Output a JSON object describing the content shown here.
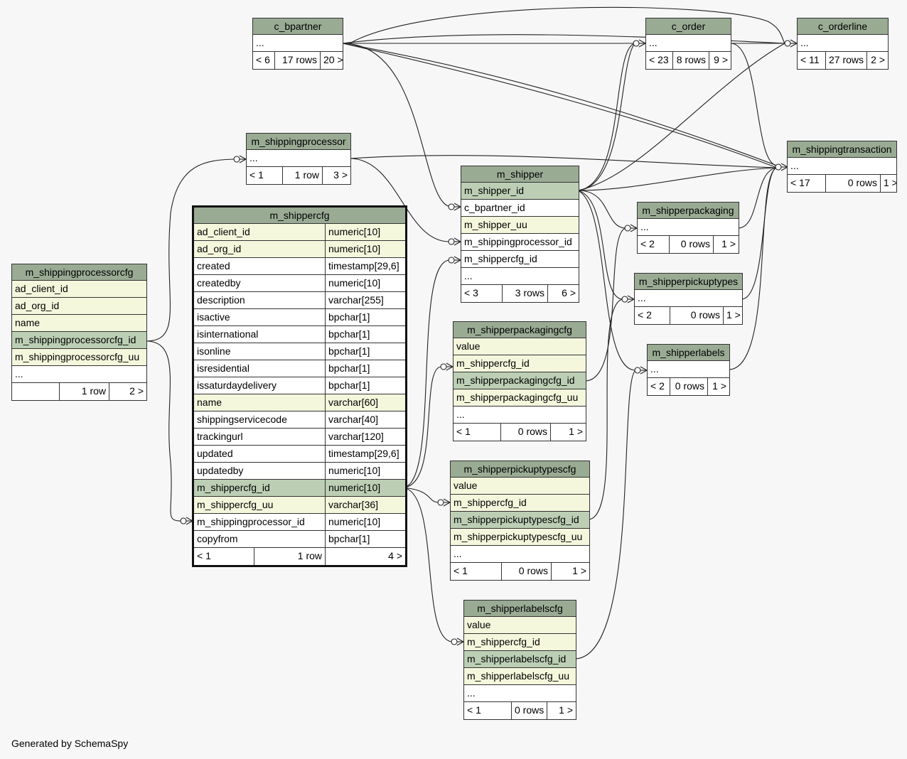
{
  "footer": "Generated by SchemaSpy",
  "colors": {
    "header": "#9aab94",
    "primary_key": "#bccfb5",
    "indexed": "#f4f7dc",
    "line": "#222222",
    "background": "#f7f7f7"
  },
  "tables": [
    {
      "id": "c_bpartner",
      "name": "c_bpartner",
      "rows": [
        {
          "cells": [
            "..."
          ]
        }
      ],
      "foot": [
        "< 6",
        "17 rows",
        "20 >"
      ]
    },
    {
      "id": "c_order",
      "name": "c_order",
      "rows": [
        {
          "cells": [
            "..."
          ]
        }
      ],
      "foot": [
        "< 23",
        "8 rows",
        "9 >"
      ]
    },
    {
      "id": "c_orderline",
      "name": "c_orderline",
      "rows": [
        {
          "cells": [
            "..."
          ]
        }
      ],
      "foot": [
        "< 11",
        "27 rows",
        "2 >"
      ]
    },
    {
      "id": "m_shippingprocessor",
      "name": "m_shippingprocessor",
      "rows": [
        {
          "cells": [
            "..."
          ]
        }
      ],
      "foot": [
        "< 1",
        "1 row",
        "3 >"
      ]
    },
    {
      "id": "m_shippingtransaction",
      "name": "m_shippingtransaction",
      "rows": [
        {
          "cells": [
            "..."
          ]
        }
      ],
      "foot": [
        "< 17",
        "0 rows",
        "1 >"
      ]
    },
    {
      "id": "m_shipper",
      "name": "m_shipper",
      "rows": [
        {
          "cells": [
            "m_shipper_id"
          ],
          "kind": "pk"
        },
        {
          "cells": [
            "c_bpartner_id"
          ]
        },
        {
          "cells": [
            "m_shipper_uu"
          ],
          "kind": "idx"
        },
        {
          "cells": [
            "m_shippingprocessor_id"
          ]
        },
        {
          "cells": [
            "m_shippercfg_id"
          ]
        },
        {
          "cells": [
            "..."
          ]
        }
      ],
      "foot": [
        "< 3",
        "3 rows",
        "6 >"
      ]
    },
    {
      "id": "m_shipperpackaging",
      "name": "m_shipperpackaging",
      "rows": [
        {
          "cells": [
            "..."
          ]
        }
      ],
      "foot": [
        "< 2",
        "0 rows",
        "1 >"
      ]
    },
    {
      "id": "m_shipperpickuptypes",
      "name": "m_shipperpickuptypes",
      "rows": [
        {
          "cells": [
            "..."
          ]
        }
      ],
      "foot": [
        "< 2",
        "0 rows",
        "1 >"
      ]
    },
    {
      "id": "m_shipperlabels",
      "name": "m_shipperlabels",
      "rows": [
        {
          "cells": [
            "..."
          ]
        }
      ],
      "foot": [
        "< 2",
        "0 rows",
        "1 >"
      ]
    },
    {
      "id": "m_shippingprocessorcfg",
      "name": "m_shippingprocessorcfg",
      "rows": [
        {
          "cells": [
            "ad_client_id"
          ],
          "kind": "idx"
        },
        {
          "cells": [
            "ad_org_id"
          ],
          "kind": "idx"
        },
        {
          "cells": [
            "name"
          ],
          "kind": "idx"
        },
        {
          "cells": [
            "m_shippingprocessorcfg_id"
          ],
          "kind": "pk"
        },
        {
          "cells": [
            "m_shippingprocessorcfg_uu"
          ],
          "kind": "idx"
        },
        {
          "cells": [
            "..."
          ]
        }
      ],
      "foot": [
        "",
        "1 row",
        "2 >"
      ]
    },
    {
      "id": "m_shippercfg",
      "name": "m_shippercfg",
      "focus": true,
      "rows": [
        {
          "cells": [
            "ad_client_id",
            "numeric[10]"
          ],
          "kind": "idx"
        },
        {
          "cells": [
            "ad_org_id",
            "numeric[10]"
          ],
          "kind": "idx"
        },
        {
          "cells": [
            "created",
            "timestamp[29,6]"
          ]
        },
        {
          "cells": [
            "createdby",
            "numeric[10]"
          ]
        },
        {
          "cells": [
            "description",
            "varchar[255]"
          ]
        },
        {
          "cells": [
            "isactive",
            "bpchar[1]"
          ]
        },
        {
          "cells": [
            "isinternational",
            "bpchar[1]"
          ]
        },
        {
          "cells": [
            "isonline",
            "bpchar[1]"
          ]
        },
        {
          "cells": [
            "isresidential",
            "bpchar[1]"
          ]
        },
        {
          "cells": [
            "issaturdaydelivery",
            "bpchar[1]"
          ]
        },
        {
          "cells": [
            "name",
            "varchar[60]"
          ],
          "kind": "idx"
        },
        {
          "cells": [
            "shippingservicecode",
            "varchar[40]"
          ]
        },
        {
          "cells": [
            "trackingurl",
            "varchar[120]"
          ]
        },
        {
          "cells": [
            "updated",
            "timestamp[29,6]"
          ]
        },
        {
          "cells": [
            "updatedby",
            "numeric[10]"
          ]
        },
        {
          "cells": [
            "m_shippercfg_id",
            "numeric[10]"
          ],
          "kind": "pk"
        },
        {
          "cells": [
            "m_shippercfg_uu",
            "varchar[36]"
          ],
          "kind": "idx"
        },
        {
          "cells": [
            "m_shippingprocessor_id",
            "numeric[10]"
          ]
        },
        {
          "cells": [
            "copyfrom",
            "bpchar[1]"
          ]
        }
      ],
      "foot": [
        "< 1",
        "1 row",
        "4 >"
      ]
    },
    {
      "id": "m_shipperpackagingcfg",
      "name": "m_shipperpackagingcfg",
      "rows": [
        {
          "cells": [
            "value"
          ],
          "kind": "idx"
        },
        {
          "cells": [
            "m_shippercfg_id"
          ],
          "kind": "idx"
        },
        {
          "cells": [
            "m_shipperpackagingcfg_id"
          ],
          "kind": "pk"
        },
        {
          "cells": [
            "m_shipperpackagingcfg_uu"
          ],
          "kind": "idx"
        },
        {
          "cells": [
            "..."
          ]
        }
      ],
      "foot": [
        "< 1",
        "0 rows",
        "1 >"
      ]
    },
    {
      "id": "m_shipperpickuptypescfg",
      "name": "m_shipperpickuptypescfg",
      "rows": [
        {
          "cells": [
            "value"
          ],
          "kind": "idx"
        },
        {
          "cells": [
            "m_shippercfg_id"
          ],
          "kind": "idx"
        },
        {
          "cells": [
            "m_shipperpickuptypescfg_id"
          ],
          "kind": "pk"
        },
        {
          "cells": [
            "m_shipperpickuptypescfg_uu"
          ],
          "kind": "idx"
        },
        {
          "cells": [
            "..."
          ]
        }
      ],
      "foot": [
        "< 1",
        "0 rows",
        "1 >"
      ]
    },
    {
      "id": "m_shipperlabelscfg",
      "name": "m_shipperlabelscfg",
      "rows": [
        {
          "cells": [
            "value"
          ],
          "kind": "idx"
        },
        {
          "cells": [
            "m_shippercfg_id"
          ],
          "kind": "idx"
        },
        {
          "cells": [
            "m_shipperlabelscfg_id"
          ],
          "kind": "pk"
        },
        {
          "cells": [
            "m_shipperlabelscfg_uu"
          ],
          "kind": "idx"
        },
        {
          "cells": [
            "..."
          ]
        }
      ],
      "foot": [
        "< 1",
        "0 rows",
        "1 >"
      ]
    }
  ]
}
